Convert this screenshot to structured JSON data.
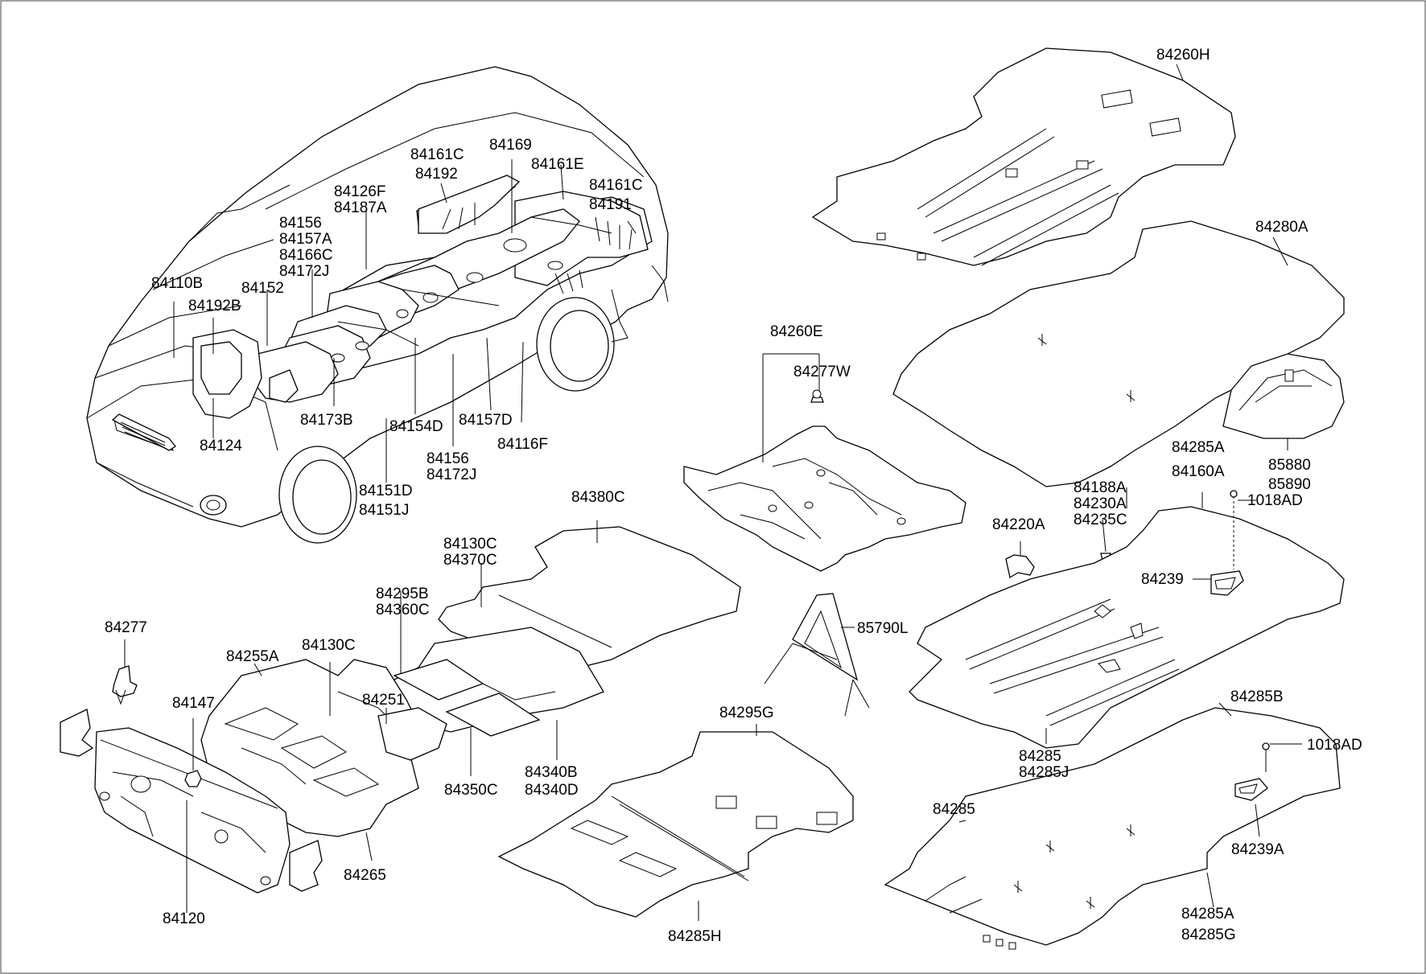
{
  "diagram": {
    "labels": {
      "l84260H": "84260H",
      "l84280A": "84280A",
      "l84260E": "84260E",
      "l84277W": "84277W",
      "l85880": "85880",
      "l85890": "85890",
      "l84285A_top": "84285A",
      "l84160A": "84160A",
      "l1018AD_1": "1018AD",
      "l84188A": "84188A",
      "l84230A": "84230A",
      "l84235C": "84235C",
      "l84220A": "84220A",
      "l84239": "84239",
      "l84380C": "84380C",
      "l84130C_a": "84130C",
      "l84370C": "84370C",
      "l84295B": "84295B",
      "l84360C": "84360C",
      "l85790L": "85790L",
      "l84285": "84285",
      "l84285J": "84285J",
      "l84285B": "84285B",
      "l1018AD_2": "1018AD",
      "l84285_b": "84285",
      "l84239A": "84239A",
      "l84285A_b": "84285A",
      "l84285G": "84285G",
      "l84295G": "84295G",
      "l84285H": "84285H",
      "l84340B": "84340B",
      "l84340D": "84340D",
      "l84350C": "84350C",
      "l84277": "84277",
      "l84255A": "84255A",
      "l84130C_b": "84130C",
      "l84147": "84147",
      "l84251": "84251",
      "l84265": "84265",
      "l84120": "84120",
      "l84161C_a": "84161C",
      "l84192": "84192",
      "l84169": "84169",
      "l84161E": "84161E",
      "l84161C_b": "84161C",
      "l84191": "84191",
      "l84126F": "84126F",
      "l84187A": "84187A",
      "l84156_a": "84156",
      "l84157A": "84157A",
      "l84166C": "84166C",
      "l84172J_a": "84172J",
      "l84110B": "84110B",
      "l84152": "84152",
      "l84192B": "84192B",
      "l84173B": "84173B",
      "l84154D": "84154D",
      "l84157D": "84157D",
      "l84116F": "84116F",
      "l84124": "84124",
      "l84156_b": "84156",
      "l84172J_b": "84172J",
      "l84151D": "84151D",
      "l84151J": "84151J"
    }
  }
}
